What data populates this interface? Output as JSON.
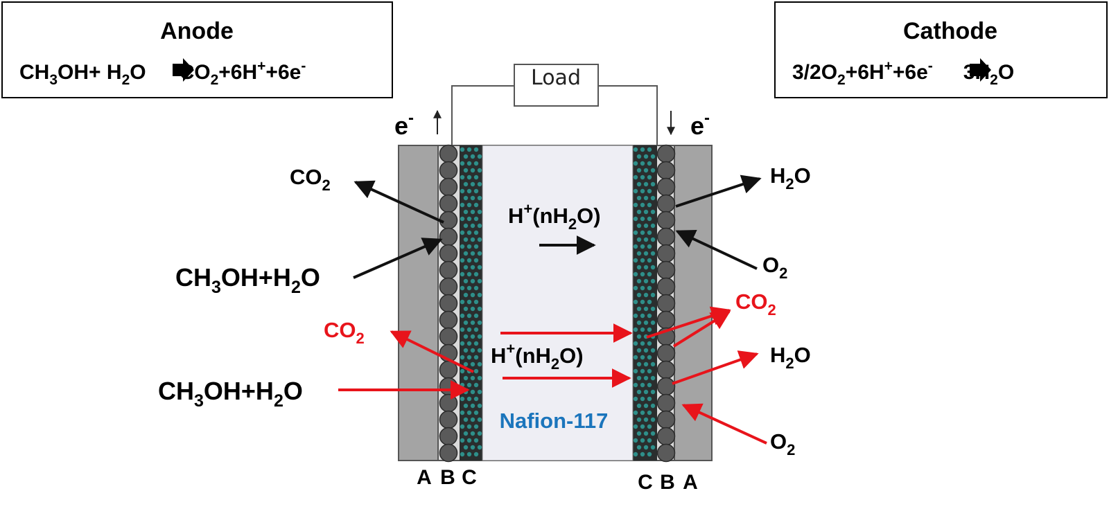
{
  "anode": {
    "title": "Anode",
    "eq": {
      "a": "CH",
      "a_sub": "3",
      "b": "OH+ H",
      "b_sub": "2",
      "c": "O",
      "d": "CO",
      "d_sub": "2",
      "e": "+6H",
      "e_sup": "+",
      "f": "+6e",
      "f_sup": "-"
    }
  },
  "cathode": {
    "title": "Cathode",
    "eq": {
      "a": "3/2O",
      "a_sub": "2",
      "b": "+6H",
      "b_sup": "+",
      "c": "+6e",
      "c_sup": "-",
      "d": "3H",
      "d_sub": "2",
      "e": "O"
    }
  },
  "circuit": {
    "load": "Load",
    "electron_left": {
      "base": "e",
      "sup": "-"
    },
    "electron_right": {
      "base": "e",
      "sup": "-"
    }
  },
  "labels": {
    "co2_top_left": {
      "base": "CO",
      "sub": "2"
    },
    "ch3oh_top": {
      "a": "CH",
      "a_sub": "3",
      "b": "OH+H",
      "b_sub": "2",
      "c": "O"
    },
    "co2_red_left": {
      "base": "CO",
      "sub": "2"
    },
    "ch3oh_bottom": {
      "a": "CH",
      "a_sub": "3",
      "b": "OH+H",
      "b_sub": "2",
      "c": "O"
    },
    "h2o_top_right": {
      "a": "H",
      "a_sub": "2",
      "b": "O"
    },
    "o2_top_right": {
      "a": "O",
      "a_sub": "2"
    },
    "co2_red_right": {
      "base": "CO",
      "sub": "2"
    },
    "h2o_bottom_right": {
      "a": "H",
      "a_sub": "2",
      "b": "O"
    },
    "o2_bottom_right": {
      "a": "O",
      "a_sub": "2"
    },
    "proton_top": {
      "a": "H",
      "a_sup": "+",
      "b": "(nH",
      "b_sub": "2",
      "c": "O)"
    },
    "proton_bottom": {
      "a": "H",
      "a_sup": "+",
      "b": "(nH",
      "b_sub": "2",
      "c": "O)"
    },
    "membrane": "Nafion-117"
  },
  "layers": {
    "left": [
      "A",
      "B",
      "C"
    ],
    "right": [
      "C",
      "B",
      "A"
    ]
  },
  "colors": {
    "black_arrow": "#111111",
    "red_arrow": "#e8141b",
    "membrane_text": "#1b75bc",
    "diffusion_layer": "#a4a4a4",
    "catalyst_particle": "#5a5a5a",
    "membrane_fill": "#eeeef4"
  }
}
